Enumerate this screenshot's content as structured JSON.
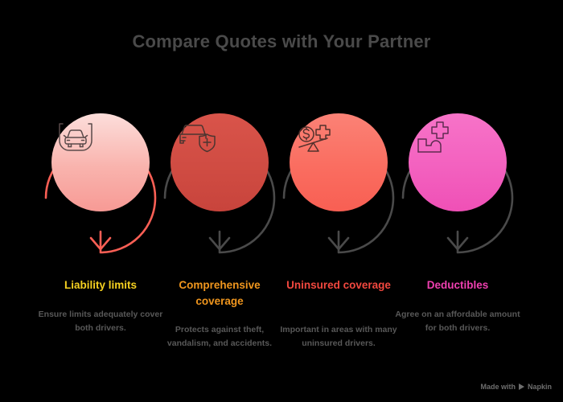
{
  "page": {
    "title": "Compare Quotes with Your Partner",
    "background_color": "#000000",
    "title_color": "#4a4a4a"
  },
  "watermark": {
    "prefix": "Made with",
    "brand": "Napkin",
    "icon": "play-triangle-icon"
  },
  "steps": [
    {
      "index": "1",
      "label": "Liability limits",
      "label_color": "#f5d020",
      "description": "Ensure limits adequately cover both drivers.",
      "icon": "car-in-shield-icon",
      "circle_color_top": "#fcdedb",
      "circle_color_bottom": "#f79a95",
      "ring_color": "#fa5f55",
      "arrow_color": "#fa5f55",
      "highlighted": "true"
    },
    {
      "index": "2",
      "label": "Comprehensive coverage",
      "label_color": "#f0961e",
      "description": "Protects against theft, vandalism, and accidents.",
      "icon": "car-with-shield-plus-icon",
      "circle_color_top": "#d9544a",
      "circle_color_bottom": "#c8443c",
      "ring_color": "#4a4a4a",
      "arrow_color": "#4a4a4a",
      "highlighted": "false"
    },
    {
      "index": "3",
      "label": "Uninsured coverage",
      "label_color": "#f2483f",
      "description": "Important in areas with many uninsured drivers.",
      "icon": "scale-dollar-cross-icon",
      "circle_color_top": "#fb8276",
      "circle_color_bottom": "#f85f53",
      "ring_color": "#4a4a4a",
      "arrow_color": "#4a4a4a",
      "highlighted": "false"
    },
    {
      "index": "4",
      "label": "Deductibles",
      "label_color": "#ef3fb0",
      "description": "Agree on an affordable amount for both drivers.",
      "icon": "bed-with-cross-icon",
      "circle_color_top": "#f773c8",
      "circle_color_bottom": "#ef50b6",
      "ring_color": "#4a4a4a",
      "arrow_color": "#4a4a4a",
      "highlighted": "false"
    }
  ]
}
